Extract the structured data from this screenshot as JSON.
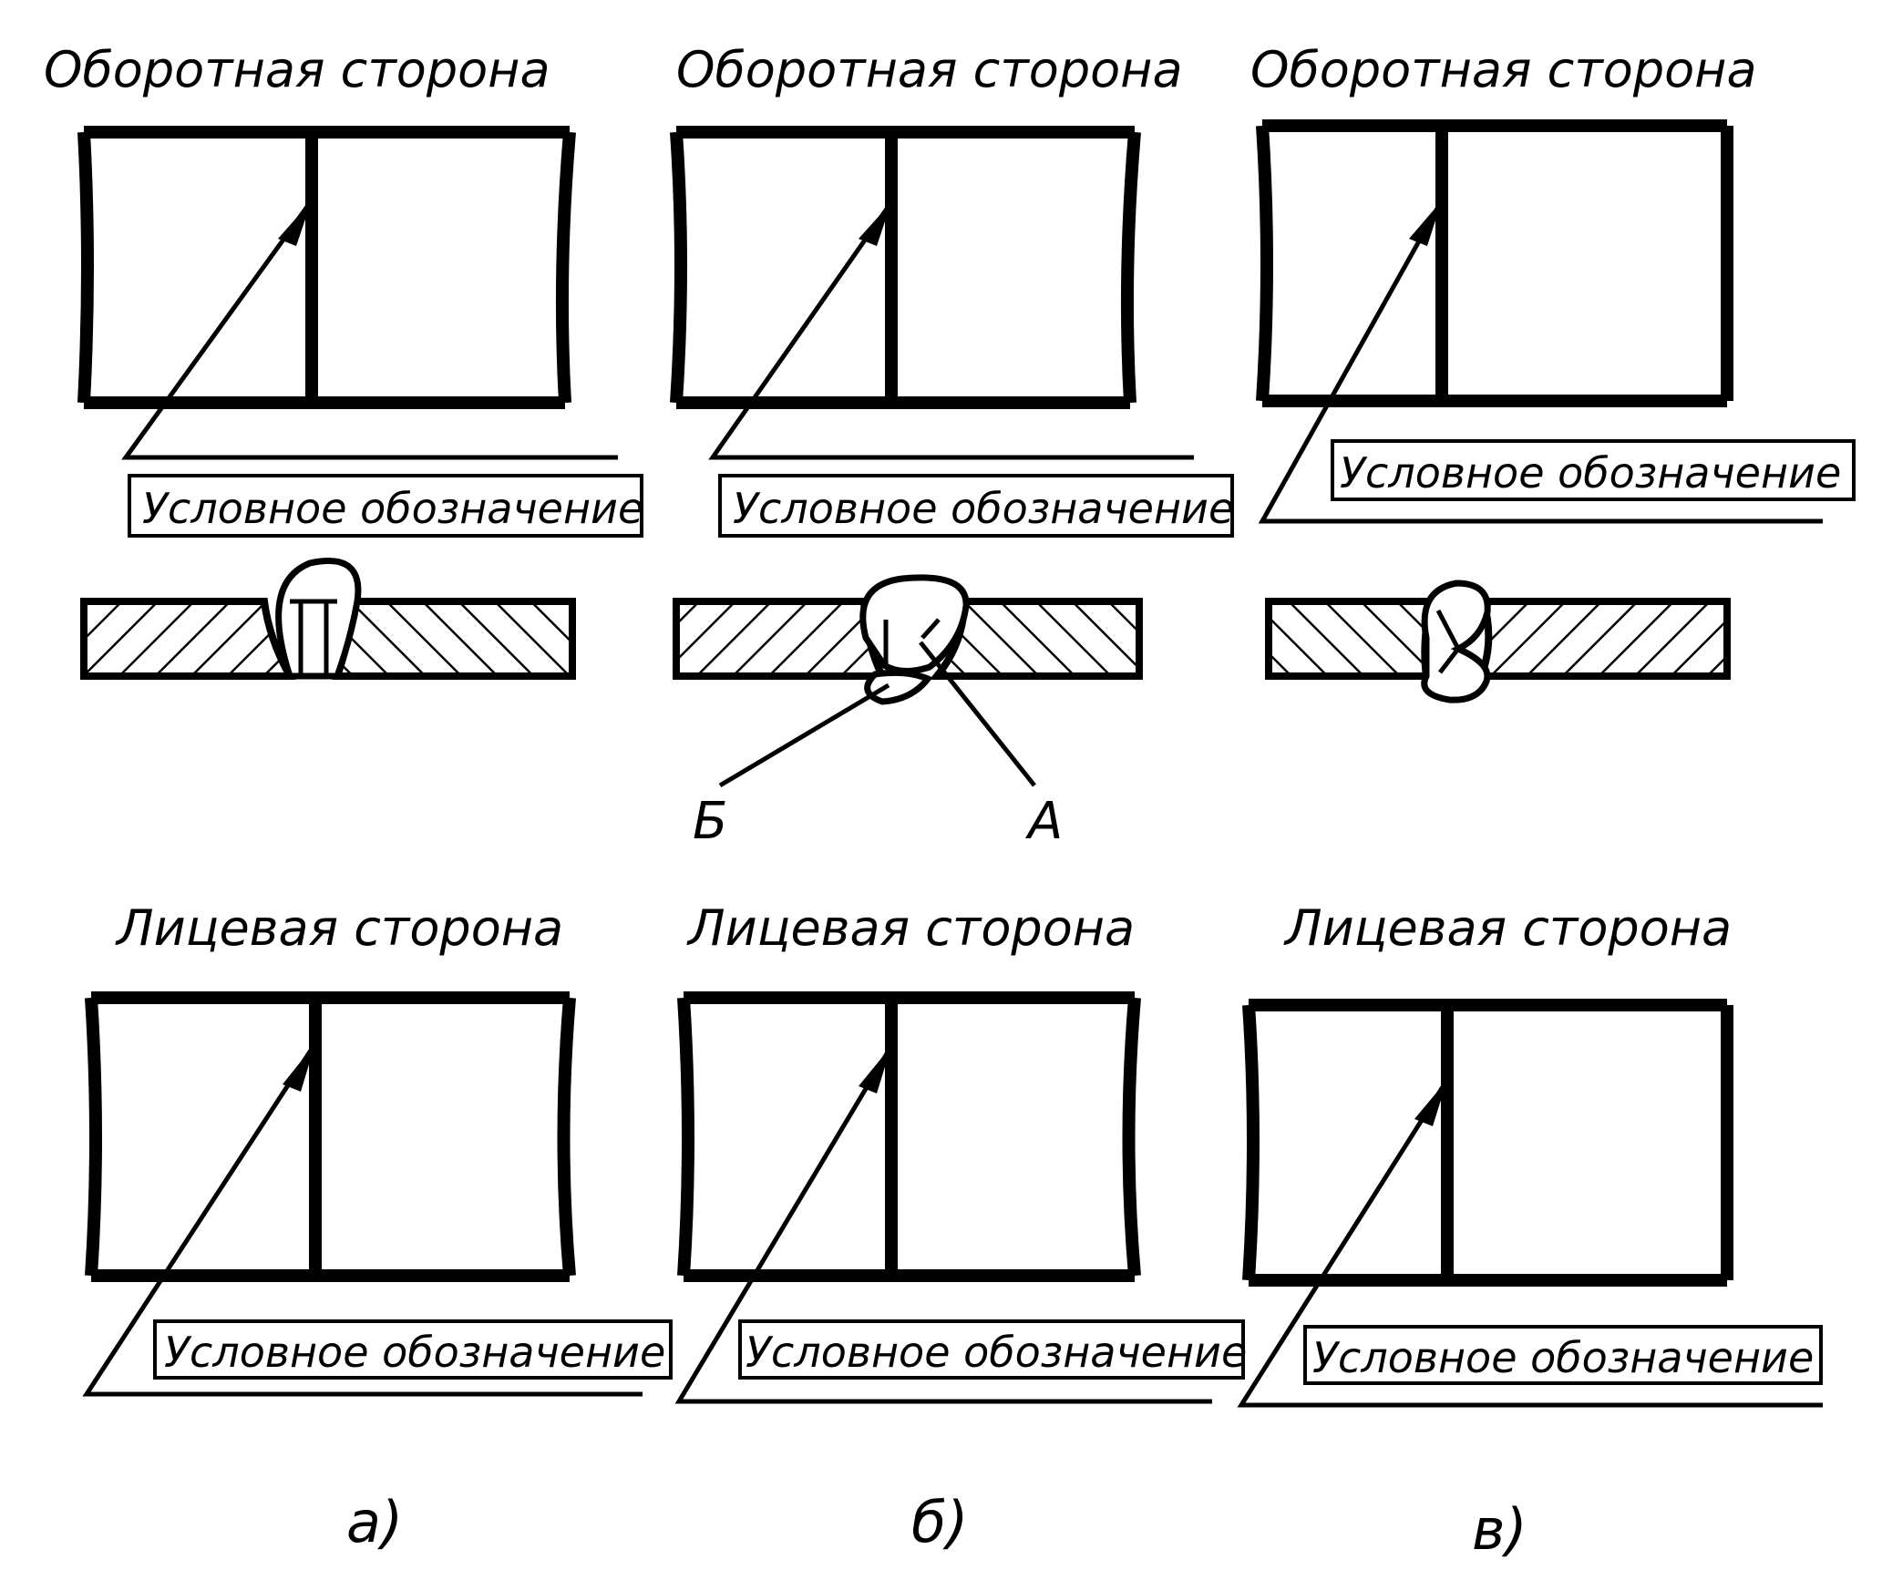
{
  "columns": [
    {
      "id": "a",
      "back_label": "Оборотная сторона",
      "back_symbol": "Условное обозначение",
      "face_label": "Лицевая сторона",
      "face_symbol": "Условное обозначение",
      "caption": "а)"
    },
    {
      "id": "b",
      "back_label": "Оборотная сторона",
      "back_symbol": "Условное обозначение",
      "face_label": "Лицевая сторона",
      "face_symbol": "Условное обозначение",
      "caption": "б)",
      "callouts": [
        "Б",
        "А"
      ]
    },
    {
      "id": "c",
      "back_label": "Оборотная сторона",
      "back_symbol": "Условное обозначение",
      "face_label": "Лицевая сторона",
      "face_symbol": "Условное обозначение",
      "caption": "в)"
    }
  ]
}
